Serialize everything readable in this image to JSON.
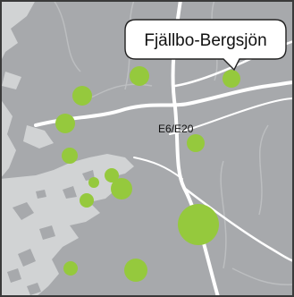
{
  "map": {
    "callout_label": "Fjällbo-Bergsjön",
    "road_label": "E6/E20",
    "colors": {
      "land": "#a7a9ac",
      "water": "#d1d3d4",
      "road": "#ffffff",
      "minor_road": "#bcbec0",
      "marker": "#95c93d",
      "frame": "#3a3a3a"
    },
    "markers": [
      "marker-1",
      "marker-2",
      "marker-3",
      "marker-4",
      "marker-5",
      "marker-6",
      "marker-7",
      "marker-8",
      "marker-9",
      "marker-10",
      "marker-11",
      "marker-12",
      "marker-13",
      "marker-14"
    ]
  }
}
